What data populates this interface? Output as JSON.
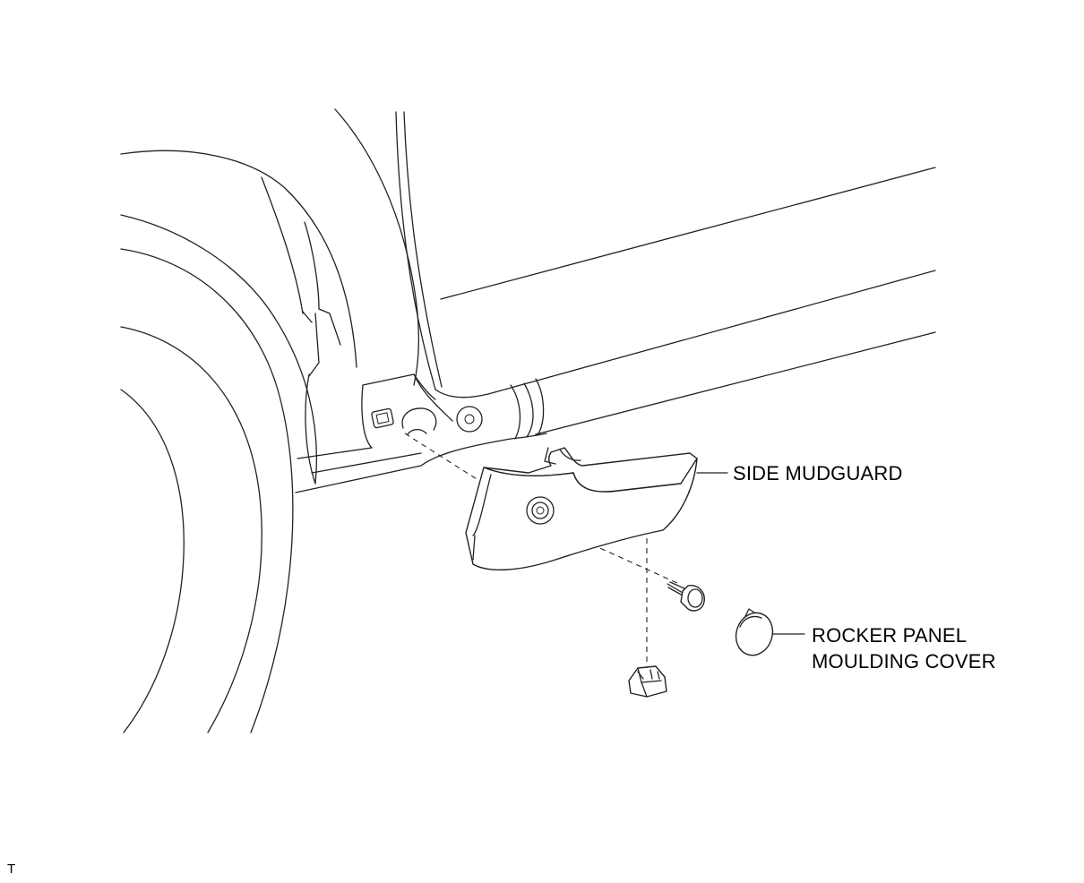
{
  "diagram": {
    "labels": {
      "side_mudguard": "SIDE MUDGUARD",
      "rocker_panel_line1": "ROCKER PANEL",
      "rocker_panel_line2": "MOULDING COVER",
      "corner_mark": "T"
    },
    "parts": [
      "wheel-arch",
      "door-pillar",
      "rocker-panel",
      "side-mudguard",
      "screw",
      "clip-nut",
      "rocker-panel-moulding-cover"
    ],
    "colors": {
      "line": "#222222",
      "background": "#ffffff"
    }
  }
}
